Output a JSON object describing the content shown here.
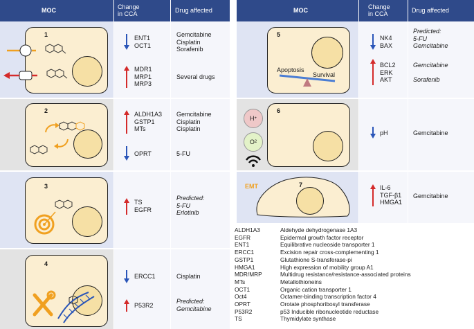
{
  "headers": {
    "moc": "MOC",
    "change": "Change\nin CCA",
    "drug": "Drug affected"
  },
  "left_rows": [
    {
      "num": "1",
      "groups": [
        {
          "dir": "down",
          "genes": "ENT1\nOCT1",
          "drugs": "Gemcitabine\nCisplatin\nSorafenib",
          "italic": false
        },
        {
          "dir": "up",
          "genes": "MDR1\nMRP1\nMRP3",
          "drugs": "Several drugs",
          "italic": false
        }
      ]
    },
    {
      "num": "2",
      "groups": [
        {
          "dir": "up",
          "genes": "ALDH1A3\nGSTP1\nMTs",
          "drugs": "Gemcitabine\nCisplatin\nCisplatin",
          "italic": false
        },
        {
          "dir": "down",
          "genes": "OPRT",
          "drugs": "5-FU",
          "italic": false
        }
      ]
    },
    {
      "num": "3",
      "groups": [
        {
          "dir": "up",
          "genes": "TS\nEGFR",
          "drugs": "Predicted:\n5-FU\nErlotinib",
          "italic": true
        }
      ]
    },
    {
      "num": "4",
      "groups": [
        {
          "dir": "down",
          "genes": "ERCC1",
          "drugs": "Cisplatin",
          "italic": false
        },
        {
          "dir": "up",
          "genes": "P53R2",
          "drugs": "Predicted:\nGemcitabine",
          "italic": true
        }
      ]
    }
  ],
  "right_rows": [
    {
      "num": "5",
      "apoptosis": "Apoptosis",
      "survival": "Survival",
      "groups": [
        {
          "dir": "down",
          "genes": "NK4\nBAX",
          "drugs": "Predicted:\n5-FU\nGemcitabine",
          "italic": true
        },
        {
          "dir": "up",
          "genes": "BCL2\nERK\nAKT",
          "drugs": "Gemcitabine\n\nSorafenib",
          "italic": true
        }
      ]
    },
    {
      "num": "6",
      "h_label": "H",
      "h_sup": "+",
      "o_label": "O",
      "o_sub": "2",
      "groups": [
        {
          "dir": "down",
          "genes": "pH",
          "drugs": "Gemcitabine",
          "italic": false
        }
      ]
    },
    {
      "num": "7",
      "emt": "EMT",
      "groups": [
        {
          "dir": "up",
          "genes": "IL-6\nTGF-β1\nHMGA1",
          "drugs": "Gemcitabine",
          "italic": false
        }
      ]
    }
  ],
  "abbreviations": [
    {
      "k": "ALDH1A3",
      "v": "Aldehyde dehydrogenase 1A3"
    },
    {
      "k": "EGFR",
      "v": "Epidermal growth factor receptor"
    },
    {
      "k": "ENT1",
      "v": "Equilibrative nucleoside transporter 1"
    },
    {
      "k": "ERCC1",
      "v": "Excision repair cross-complementing 1"
    },
    {
      "k": "GSTP1",
      "v": "Glutathione S-transferase-pi"
    },
    {
      "k": "HMGA1",
      "v": "High expression of mobility group A1"
    },
    {
      "k": "MDR/MRP",
      "v": "Multidrug resistance/resistance-associated proteins"
    },
    {
      "k": "MTs",
      "v": "Metallothioneins"
    },
    {
      "k": "OCT1",
      "v": "Organic cation transporter 1"
    },
    {
      "k": "Oct4",
      "v": "Octamer-binding transcription factor 4"
    },
    {
      "k": "OPRT",
      "v": "Orotate phosphoribosyl transferase"
    },
    {
      "k": "P53R2",
      "v": "p53 Inducible ribonucleotide reductase"
    },
    {
      "k": "TS",
      "v": "Thymidylate synthase"
    }
  ],
  "colors": {
    "header": "#2f4a8a",
    "row_blue": "#dfe4f3",
    "row_gray": "#e3e3e3",
    "cell": "#fbeed1",
    "nucleus": "#f6e0a5",
    "up_arrow": "#d42a2a",
    "down_arrow": "#2a55b8",
    "orange": "#f0a020"
  }
}
